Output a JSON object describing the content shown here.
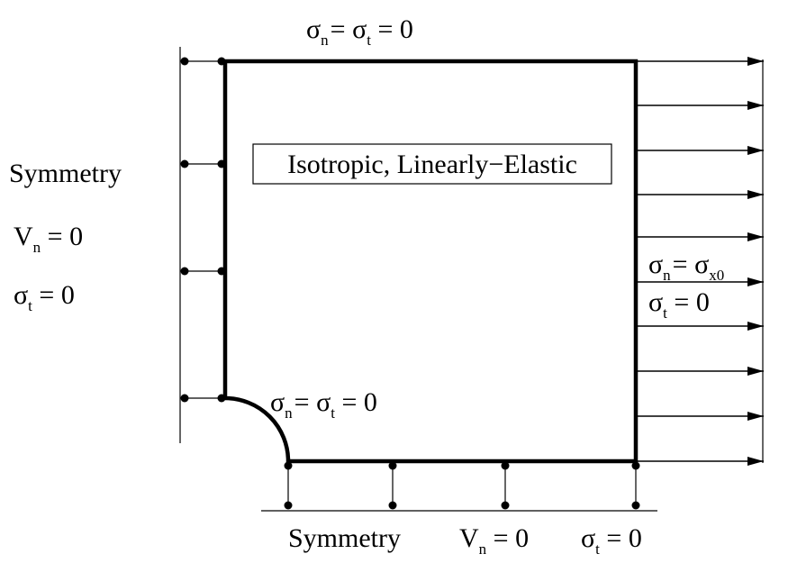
{
  "labels": {
    "top_bc": {
      "sym1": "σ",
      "sub1": "n",
      "eq1": "= ",
      "sym2": "σ",
      "sub2": "t",
      "eq2": " = 0"
    },
    "hole_bc": {
      "sym1": "σ",
      "sub1": "n",
      "eq1": "= ",
      "sym2": "σ",
      "sub2": "t",
      "eq2": " = 0"
    },
    "right_bc_normal": {
      "sym1": "σ",
      "sub1": "n",
      "eq1": "= ",
      "sym2": "σ",
      "sub2": "x0"
    },
    "right_bc_shear": {
      "sym": "σ",
      "sub": "t",
      "eq": " = 0"
    },
    "material": "Isotropic, Linearly−Elastic",
    "left": {
      "symmetry": "Symmetry",
      "vn": {
        "sym": "V",
        "sub": "n",
        "eq": " = 0"
      },
      "st": {
        "sym": "σ",
        "sub": "t",
        "eq": " = 0"
      }
    },
    "bottom": {
      "symmetry": "Symmetry",
      "vn": {
        "sym": "V",
        "sub": "n",
        "eq": " = 0"
      },
      "st": {
        "sym": "σ",
        "sub": "t",
        "eq": " = 0"
      }
    }
  }
}
